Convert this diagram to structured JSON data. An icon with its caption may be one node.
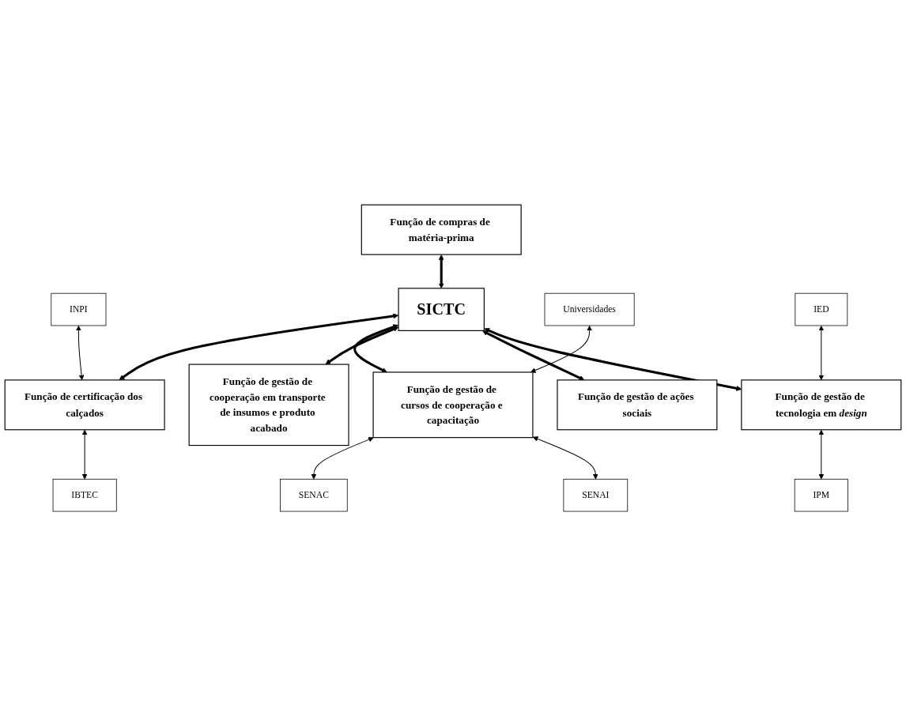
{
  "diagram": {
    "nodes": [
      {
        "text": [
          "Função de compras de matéria-prima"
        ]
      },
      {
        "text": [
          "INPI"
        ]
      },
      {
        "text": [
          "SICTC"
        ]
      },
      {
        "text": [
          "Universidades"
        ]
      },
      {
        "text": [
          "Função de certificação dos calçados"
        ]
      },
      {
        "text": [
          "Função de gestão de cursos de cooperação e capacitação"
        ]
      },
      {
        "text": [
          "IBTEC"
        ]
      },
      {
        "text": [
          "SENAC"
        ]
      },
      {
        "text": [
          "SENAI"
        ]
      },
      {
        "text": [
          "IED"
        ]
      },
      {
        "text": [
          "Função de gestão de cooperação em transporte de insumos e produto acabado"
        ]
      },
      {
        "text": [
          "Função de gestão de tecnologia em *design*"
        ]
      },
      {
        "text": [
          "IPM"
        ]
      },
      {
        "text": [
          "Função de gestão de ações sociais"
        ]
      }
    ],
    "edges": [
      {
        "from": 2,
        "to": 0,
        "arrow": "both",
        "style": "thick"
      },
      {
        "from": 2,
        "to": 4,
        "arrow": "both",
        "style": "thick"
      },
      {
        "from": 4,
        "to": 1,
        "arrow": "both"
      },
      {
        "from": 4,
        "to": 6,
        "arrow": "both"
      },
      {
        "from": 2,
        "to": 5,
        "arrow": "both",
        "style": "thick"
      },
      {
        "from": 5,
        "to": 3,
        "arrow": "both"
      },
      {
        "from": 5,
        "to": 7,
        "arrow": "both"
      },
      {
        "from": 5,
        "to": 8,
        "arrow": "both"
      },
      {
        "from": 2,
        "to": 10,
        "arrow": "both",
        "style": "thick"
      },
      {
        "from": 2,
        "to": 13,
        "arrow": "both",
        "style": "thick"
      },
      {
        "from": 2,
        "to": 11,
        "arrow": "both",
        "style": "thick"
      },
      {
        "from": 11,
        "to": 9,
        "arrow": "both"
      },
      {
        "from": 11,
        "to": 12,
        "arrow": "both"
      }
    ]
  }
}
